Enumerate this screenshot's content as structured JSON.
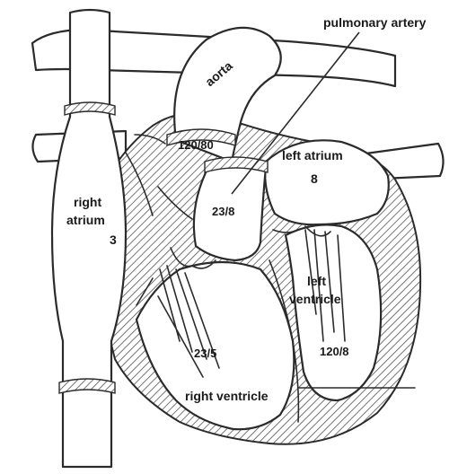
{
  "labels": {
    "pulmonary_artery": "pulmonary artery",
    "aorta": "aorta",
    "aorta_pressure": "120/80",
    "left_atrium": "left atrium",
    "left_atrium_pressure": "8",
    "right_atrium_line1": "right",
    "right_atrium_line2": "atrium",
    "right_atrium_pressure": "3",
    "pulmonary_artery_pressure": "23/8",
    "left_ventricle_line1": "left",
    "left_ventricle_line2": "ventricle",
    "left_ventricle_pressure": "120/8",
    "right_ventricle_pressure": "23/5",
    "right_ventricle": "right ventricle"
  }
}
